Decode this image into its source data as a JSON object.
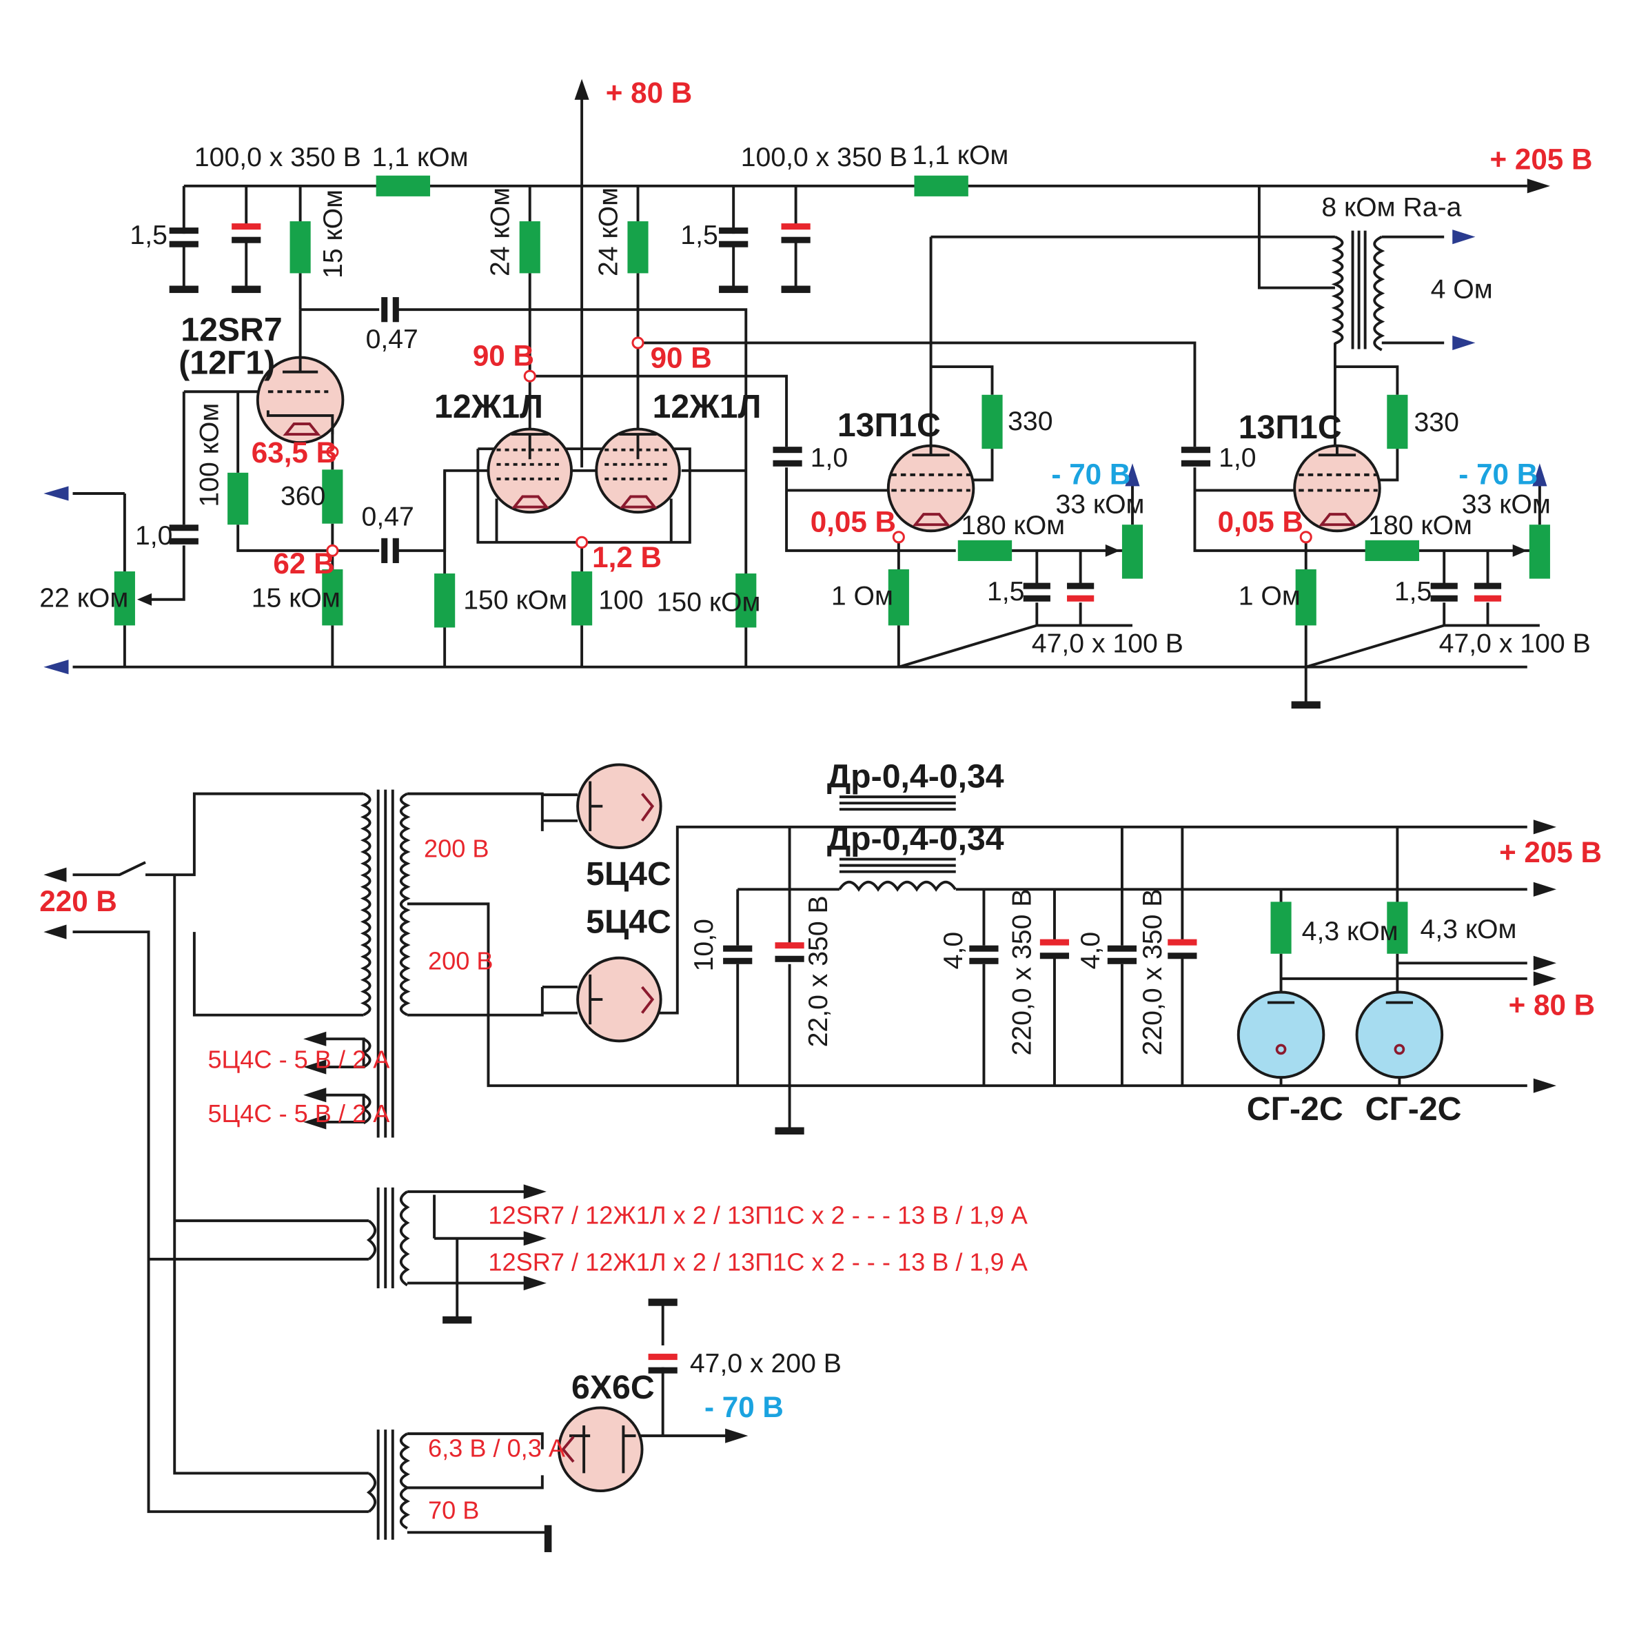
{
  "labels": {
    "v80_top": "+ 80 В",
    "v205_top": "+ 205 В",
    "cap100_350_a": "100,0 х 350 В",
    "cap100_350_b": "100,0 х 350 В",
    "r1_1k_a": "1,1 кОм",
    "r1_1k_b": "1,1 кОм",
    "c1_5_a": "1,5",
    "c1_5_b": "1,5",
    "r15k_top": "15 кОм",
    "r24k_a": "24 кОм",
    "r24k_b": "24 кОм",
    "c047_a": "0,47",
    "c047_b": "0,47",
    "t12sr7": "12SR7",
    "t12g1": "(12Г1)",
    "v90_a": "90 В",
    "v90_b": "90 В",
    "t12zh1l_a": "12Ж1Л",
    "t12zh1l_b": "12Ж1Л",
    "r100k": "100 кОм",
    "v63_5": "63,5 В",
    "r360": "360",
    "v62": "62 В",
    "r15k_bot": "15 кОм",
    "c1_0_in": "1,0",
    "pot22k": "22 кОм",
    "r150k_a": "150 кОм",
    "r150k_b": "150 кОм",
    "r100": "100",
    "v1_2": "1,2 В",
    "xfmr_out": "8 кОм Ra-a",
    "spk4": "4 Ом",
    "c1_0_a": "1,0",
    "c1_0_b": "1,0",
    "t13p1s_a": "13П1С",
    "t13p1s_b": "13П1С",
    "r330_a": "330",
    "r330_b": "330",
    "vm70_a": "- 70 В",
    "vm70_b": "- 70 В",
    "pot33k_a": "33 кОм",
    "pot33k_b": "33 кОм",
    "v005_a": "0,05 В",
    "v005_b": "0,05 В",
    "r180k_a": "180 кОм",
    "r180k_b": "180 кОм",
    "r1om_a": "1 Ом",
    "r1om_b": "1 Ом",
    "c15_a": "1,5",
    "c15_b": "1,5",
    "c47_100_a": "47,0 х 100 В",
    "c47_100_b": "47,0 х 100 В",
    "choke_a": "Др-0,4-0,34",
    "choke_b": "Др-0,4-0,34",
    "v205_ps": "+ 205 В",
    "v80_ps": "+ 80 В",
    "mains": "220 В",
    "sec200_a": "200 В",
    "sec200_b": "200 В",
    "t5c4s_a": "5Ц4С",
    "t5c4s_b": "5Ц4С",
    "c10": "10,0",
    "c22_350": "22,0 х 350 В",
    "c4_a": "4,0",
    "c220_350_a": "220,0 х 350 В",
    "c4_b": "4,0",
    "c220_350_b": "220,0 х 350 В",
    "r4_3k_a": "4,3 кОм",
    "r4_3k_b": "4,3 кОм",
    "sg2s_a": "СГ-2С",
    "sg2s_b": "СГ-2С",
    "fil5c4s_a": "5Ц4С - 5 В / 2 А",
    "fil5c4s_b": "5Ц4С - 5 В / 2 А",
    "heat_a": "12SR7 / 12Ж1Л х 2 / 13П1С х 2 - - - 13 В / 1,9 А",
    "heat_b": "12SR7 / 12Ж1Л х 2 / 13П1С х 2 - - - 13 В / 1,9 А",
    "c47_200": "47,0 х 200 В",
    "t6x6s": "6Х6С",
    "vm70_ps": "- 70 В",
    "fil6x6": "6,3 В / 0,3 А",
    "sec70": "70 В"
  },
  "colors": {
    "resistor": "#16a34a",
    "electrolytic": "#e8262d",
    "tube": "#f5cfc8",
    "stabilizer": "#a6dcf0",
    "io_arrow": "#2a3b8f",
    "voltage_pos": "#e8262d",
    "voltage_neg": "#1ba3e0"
  }
}
